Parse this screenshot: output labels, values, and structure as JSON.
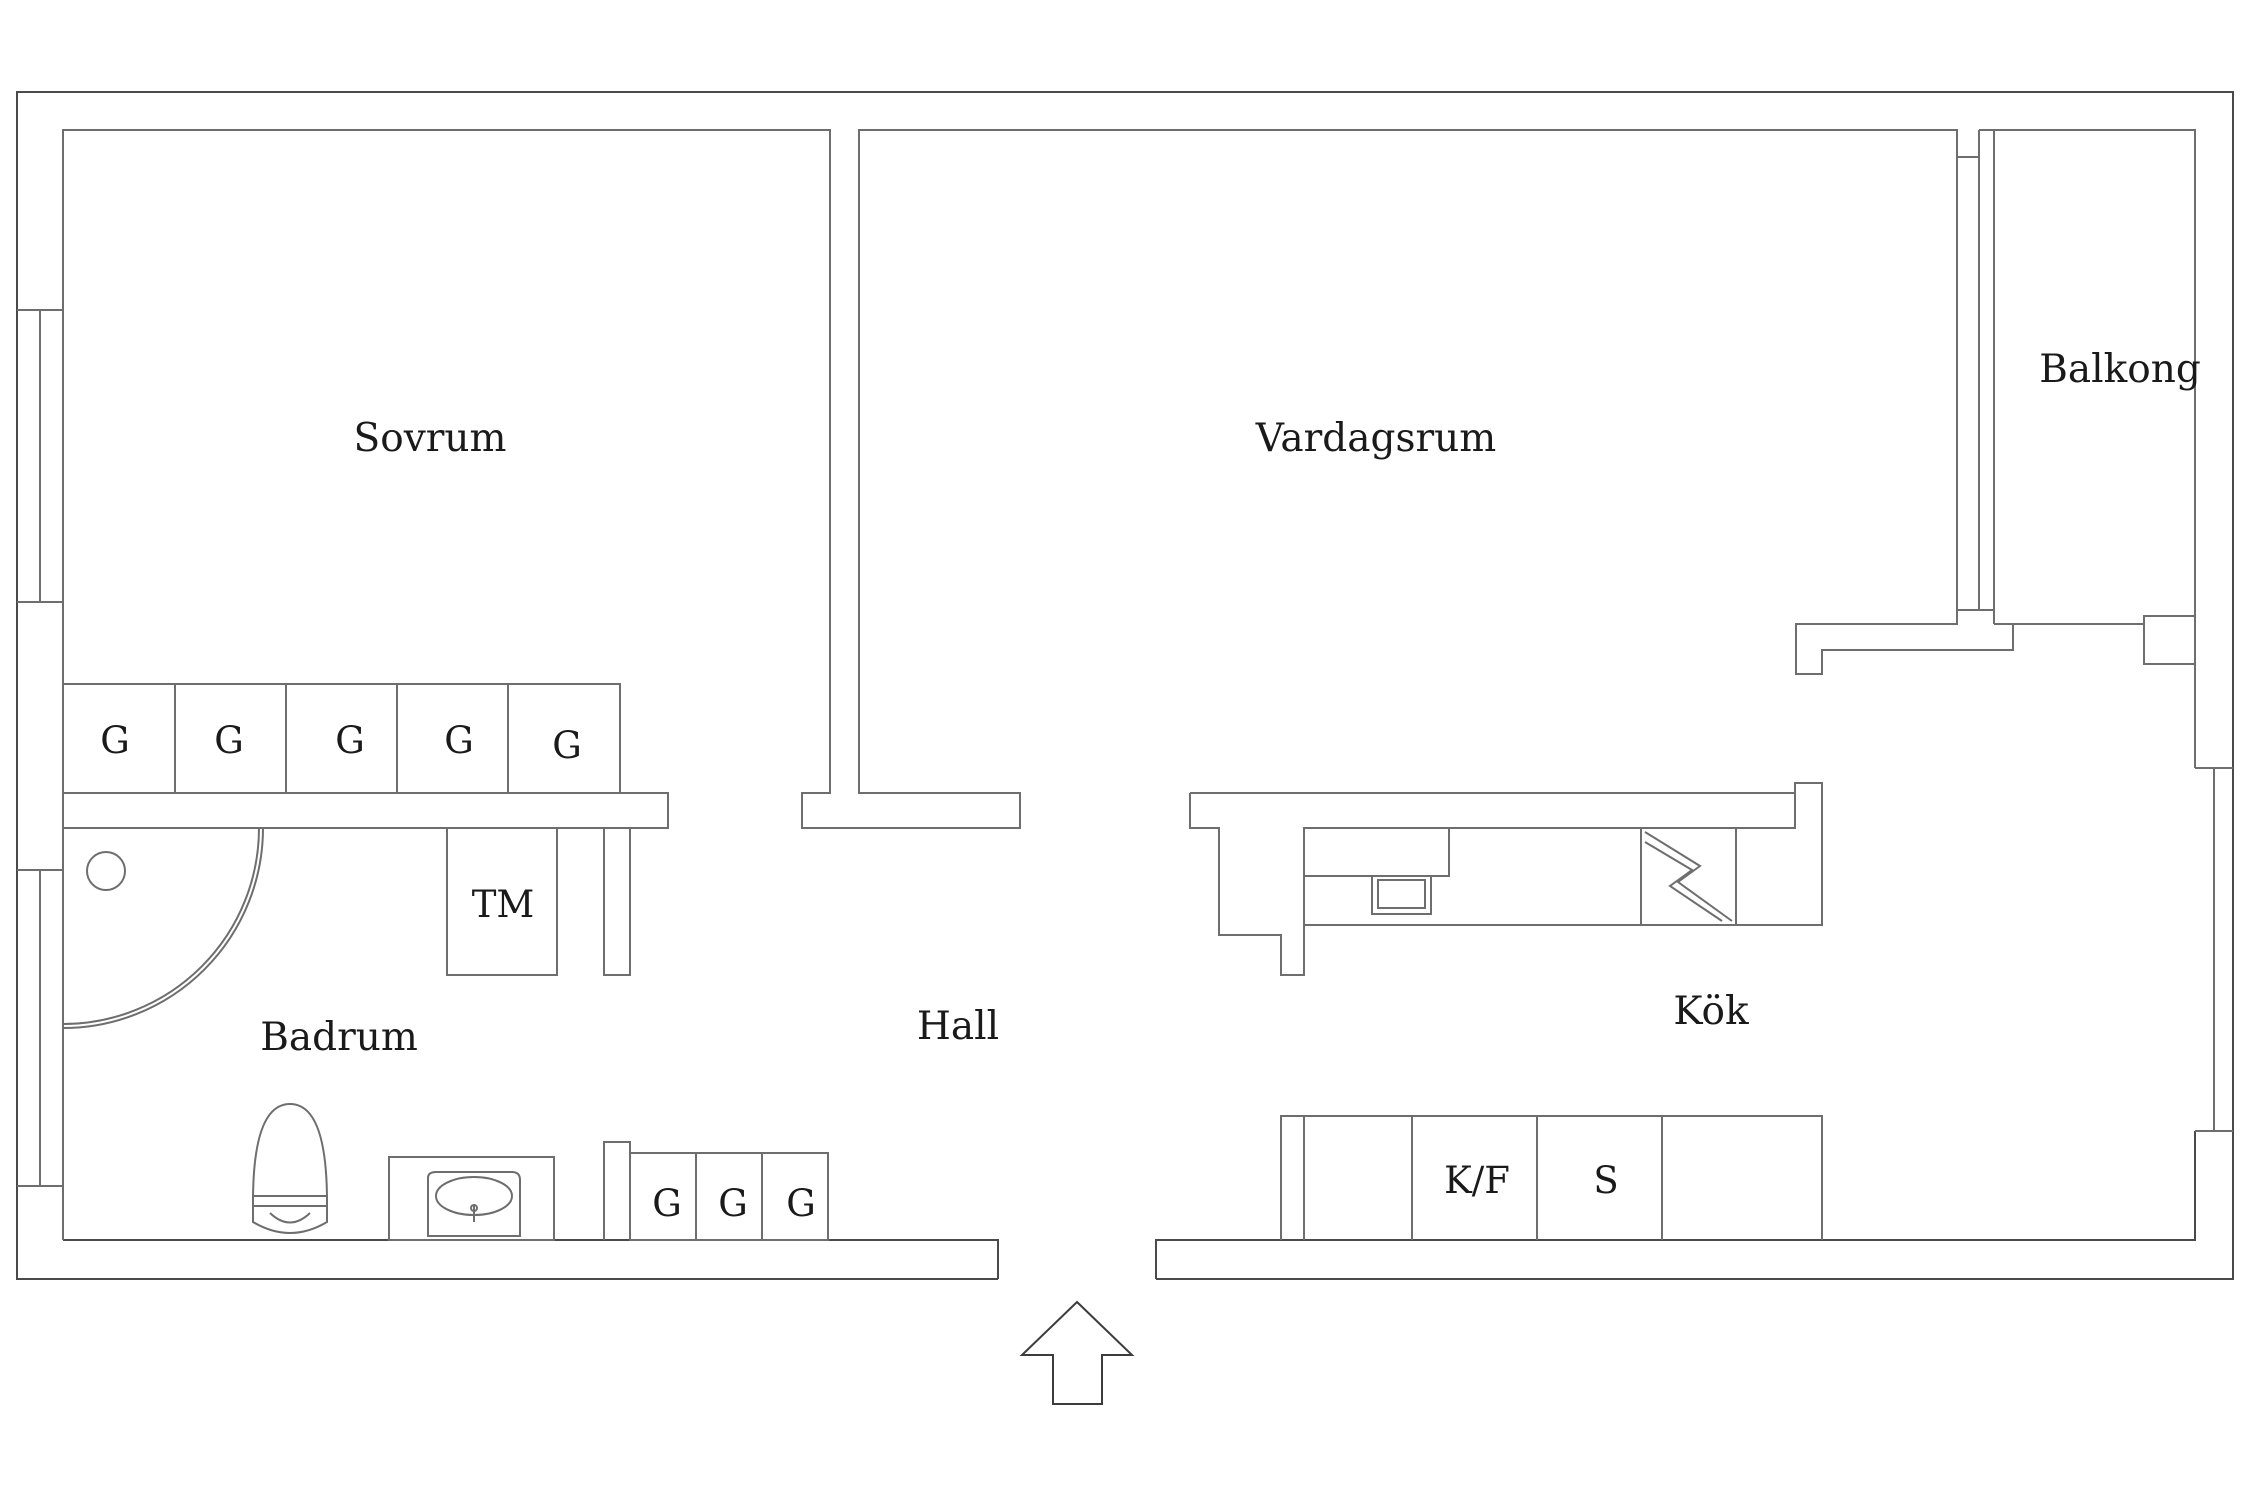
{
  "rooms": {
    "sovrum": "Sovrum",
    "vardagsrum": "Vardagsrum",
    "balkong": "Balkong",
    "badrum": "Badrum",
    "hall": "Hall",
    "kok": "Kök"
  },
  "fixtures": {
    "wardrobe": "G",
    "washer": "TM",
    "fridge_freezer": "K/F",
    "cabinet_s": "S"
  },
  "colors": {
    "line": "#6e6e6e",
    "background": "#ffffff"
  },
  "icons": {
    "entrance": "entrance-arrow-icon",
    "toilet": "toilet-icon",
    "sink": "sink-icon",
    "shower_drain": "shower-drain-icon",
    "stove": "stove-icon"
  }
}
